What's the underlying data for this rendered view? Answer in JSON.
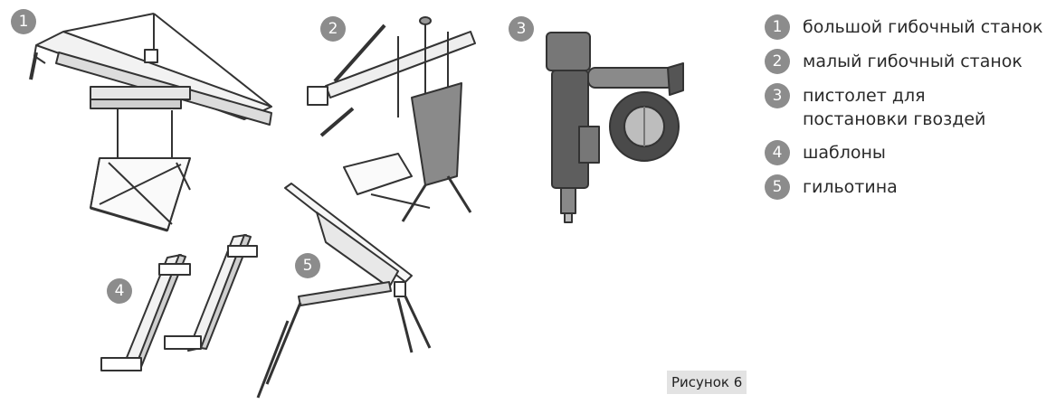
{
  "markers": [
    "1",
    "2",
    "3",
    "4",
    "5"
  ],
  "legend": [
    {
      "num": "1",
      "text": "большой гибочный станок"
    },
    {
      "num": "2",
      "text": "малый гибочный станок"
    },
    {
      "num": "3",
      "text": "пистолет для постановки гвоздей"
    },
    {
      "num": "4",
      "text": "шаблоны"
    },
    {
      "num": "5",
      "text": "гильотина"
    }
  ],
  "caption": "Рисунок 6",
  "colors": {
    "marker": "#8c8c8c",
    "caption_bg": "#e3e3e3",
    "tool_body": "#666666",
    "stroke": "#333333"
  }
}
